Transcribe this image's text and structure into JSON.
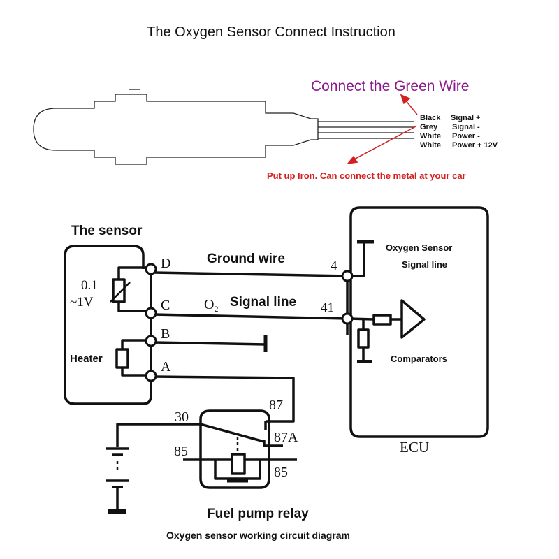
{
  "title": "The Oxygen Sensor Connect Instruction",
  "top": {
    "green_note": "Connect the Green Wire",
    "wires": [
      {
        "color": "Black",
        "function": "Signal +"
      },
      {
        "color": "Grey",
        "function": "Signal -"
      },
      {
        "color": "White",
        "function": "Power -"
      },
      {
        "color": "White",
        "function": "Power + 12V"
      }
    ],
    "iron_note": "Put up Iron. Can connect the metal at your car"
  },
  "circuit": {
    "sensor_label": "The sensor",
    "voltage_top": "0.1",
    "voltage_bottom": "~1V",
    "heater_label": "Heater",
    "terminals": [
      "D",
      "C",
      "B",
      "A"
    ],
    "ground_wire_label": "Ground wire",
    "o2_label": "O",
    "o2_sub": "2",
    "signal_line_label": "Signal line",
    "ecu_pin_ground": "4",
    "ecu_pin_signal": "41",
    "ecu_text_1": "Oxygen Sensor",
    "ecu_text_2": "Signal line",
    "comparators_label": "Comparators",
    "ecu_label": "ECU",
    "relay_pins": [
      "30",
      "87",
      "87A",
      "85",
      "85"
    ],
    "relay_label": "Fuel pump relay",
    "caption": "Oxygen sensor working circuit diagram"
  },
  "colors": {
    "green_note": "#8b1a8b",
    "red_note": "#d42020",
    "line": "#111111"
  }
}
